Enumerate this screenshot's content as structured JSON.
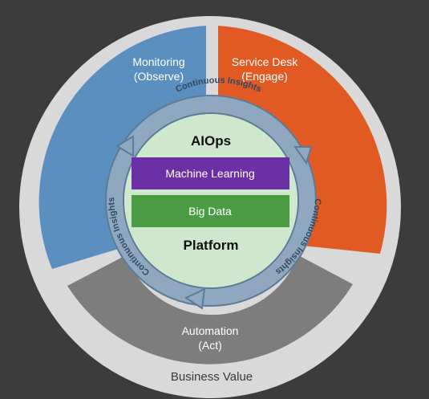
{
  "outer_ring": {
    "label": "Business Value"
  },
  "segments": [
    {
      "id": "monitoring",
      "line1": "Monitoring",
      "line2": "(Observe)",
      "color": "#5b8fc0"
    },
    {
      "id": "service_desk",
      "line1": "Service Desk",
      "line2": "(Engage)",
      "color": "#e15a24"
    },
    {
      "id": "automation",
      "line1": "Automation",
      "line2": "(Act)",
      "color": "#7d7d7d"
    }
  ],
  "insights_ring": {
    "top": "Continuous Insights",
    "right": "Continuous Insights",
    "left": "Continuous Insights"
  },
  "core": {
    "title": "AIOps",
    "subtitle": "Platform",
    "background": "#cfe8cd",
    "boxes": [
      {
        "label": "Machine Learning",
        "color": "#6b2fa6"
      },
      {
        "label": "Big Data",
        "color": "#4b9b45"
      }
    ]
  },
  "colors": {
    "background": "#3c3c3c",
    "outer_ring": "#d9d9d9",
    "insights_ring": "#8fa8bf",
    "insights_ring_edge": "#5d7b97"
  }
}
